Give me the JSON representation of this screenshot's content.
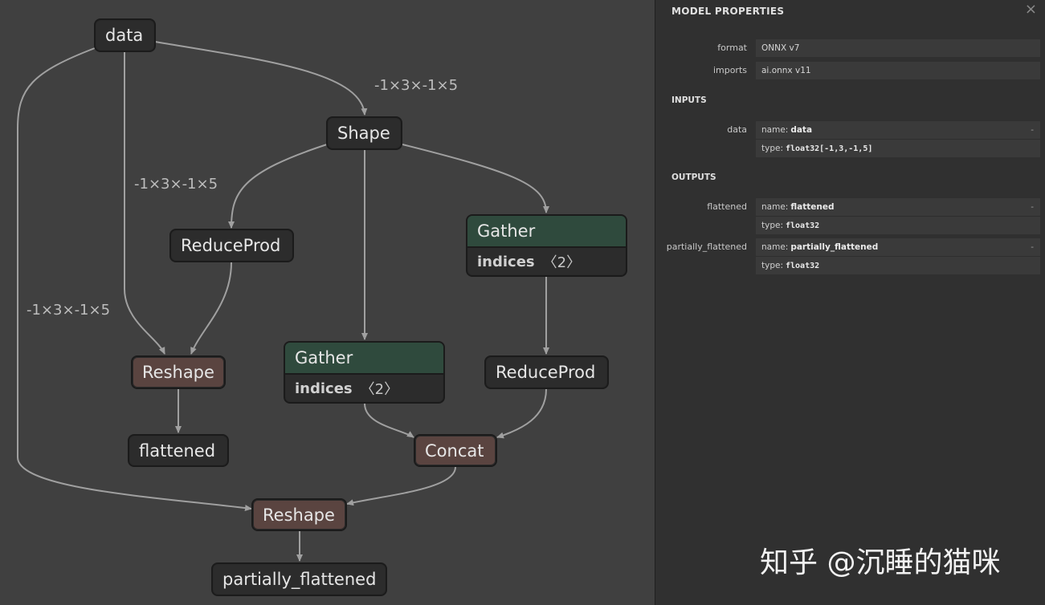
{
  "graph": {
    "nodes": {
      "data": "data",
      "shape": "Shape",
      "reduceprod1": "ReduceProd",
      "gather1": {
        "op": "Gather",
        "attr_name": "indices",
        "attr_value": "〈2〉"
      },
      "reshape1": "Reshape",
      "gather2": {
        "op": "Gather",
        "attr_name": "indices",
        "attr_value": "〈2〉"
      },
      "reduceprod2": "ReduceProd",
      "flattened": "flattened",
      "concat": "Concat",
      "reshape2": "Reshape",
      "partially_flattened": "partially_flattened"
    },
    "edge_labels": {
      "data_to_shape": "-1×3×-1×5",
      "data_to_reshape1": "-1×3×-1×5",
      "data_to_reshape2": "-1×3×-1×5"
    }
  },
  "panel": {
    "title": "MODEL PROPERTIES",
    "close": "×",
    "properties": [
      {
        "label": "format",
        "value": "ONNX v7"
      },
      {
        "label": "imports",
        "value": "ai.onnx v11"
      }
    ],
    "inputs_header": "INPUTS",
    "inputs": [
      {
        "label": "data",
        "name_key": "name:",
        "name": "data",
        "type_key": "type:",
        "type": "float32[-1,3,-1,5]",
        "dash": "-"
      }
    ],
    "outputs_header": "OUTPUTS",
    "outputs": [
      {
        "label": "flattened",
        "name_key": "name:",
        "name": "flattened",
        "type_key": "type:",
        "type": "float32",
        "dash": "-"
      },
      {
        "label": "partially_flattened",
        "name_key": "name:",
        "name": "partially_flattened",
        "type_key": "type:",
        "type": "float32",
        "dash": "-"
      }
    ]
  },
  "watermark": "知乎 @沉睡的猫咪",
  "colors": {
    "background": "#404040",
    "panel": "#303030",
    "reshape_node": "#5a4440",
    "gather_header": "#2f4a3d",
    "edge": "#a0a0a0"
  }
}
